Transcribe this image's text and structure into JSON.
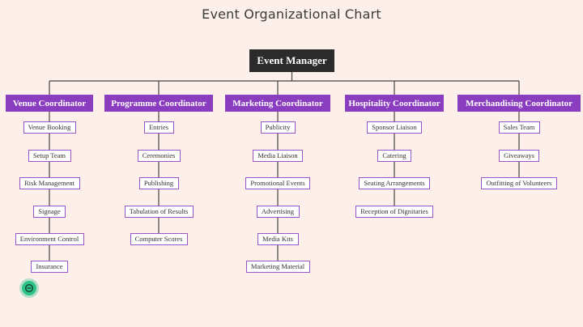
{
  "title": "Event Organizational Chart",
  "root": {
    "label": "Event Manager"
  },
  "colors": {
    "root_fill": "#2b2b2b",
    "coordinator_fill": "#8b3dbf",
    "task_border": "#9a55c8",
    "background": "#fdf0ea",
    "connector": "#444444"
  },
  "coordinators": [
    {
      "label": "Venue Coordinator",
      "tasks": [
        "Venue Booking",
        "Setup Team",
        "Risk Management",
        "Signage",
        "Environment Control",
        "Insurance"
      ]
    },
    {
      "label": "Programme Coordinator",
      "tasks": [
        "Entries",
        "Ceremonies",
        "Publishing",
        "Tabulation of Results",
        "Computer Scores"
      ]
    },
    {
      "label": "Marketing Coordinator",
      "tasks": [
        "Publicity",
        "Media Liaison",
        "Promotional Events",
        "Advertising",
        "Media Kits",
        "Marketing Material"
      ]
    },
    {
      "label": "Hospitality Coordinator",
      "tasks": [
        "Sponsor Liaison",
        "Catering",
        "Seating Arrangements",
        "Reception of Dignitaries"
      ]
    },
    {
      "label": "Merchandising Coordinator",
      "tasks": [
        "Sales Team",
        "Giveaways",
        "Outfitting of Volunteers"
      ]
    }
  ],
  "floating_action": {
    "icon": "minus-circle-icon"
  }
}
